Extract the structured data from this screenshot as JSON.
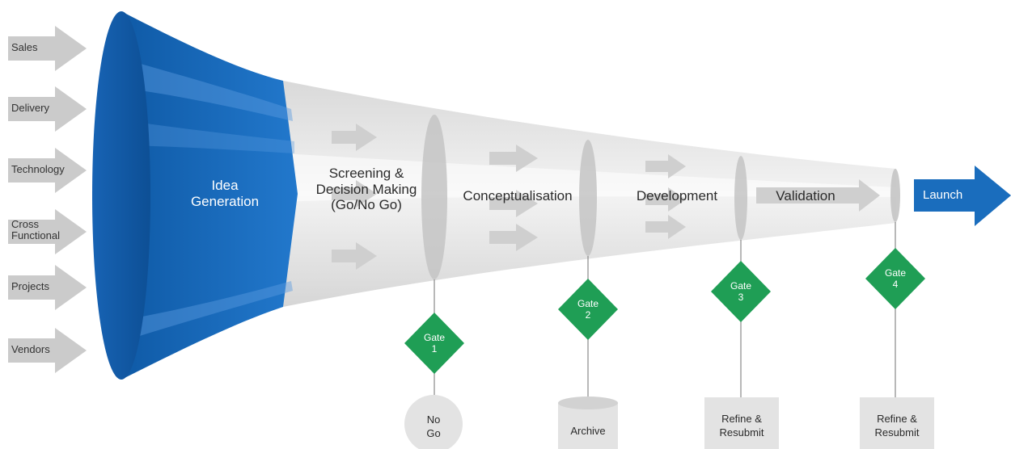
{
  "inputs": [
    {
      "label": "Sales"
    },
    {
      "label": "Delivery"
    },
    {
      "label": "Technology"
    },
    {
      "label": "Cross\nFunctional"
    },
    {
      "label": "Projects"
    },
    {
      "label": "Vendors"
    }
  ],
  "funnel": {
    "idea_generation": "Idea\nGeneration"
  },
  "stages": {
    "screening": "Screening &\nDecision Making\n(Go/No Go)",
    "conceptualisation": "Conceptualisation",
    "development": "Development",
    "validation": "Validation"
  },
  "launch": "Launch",
  "gates": [
    {
      "label": "Gate\n1"
    },
    {
      "label": "Gate\n2"
    },
    {
      "label": "Gate\n3"
    },
    {
      "label": "Gate\n4"
    }
  ],
  "outcomes": [
    {
      "label": "No\nGo",
      "shape": "circle"
    },
    {
      "label": "Archive",
      "shape": "cylinder"
    },
    {
      "label": "Refine &\nResubmit",
      "shape": "box"
    },
    {
      "label": "Refine &\nResubmit",
      "shape": "box"
    }
  ],
  "colors": {
    "funnel_blue": "#1a6dbd",
    "funnel_light": "#e6e6e6",
    "gate_green": "#1f9e55",
    "arrow_gray": "#c8c8c8",
    "launch_blue": "#1a6dbd"
  }
}
